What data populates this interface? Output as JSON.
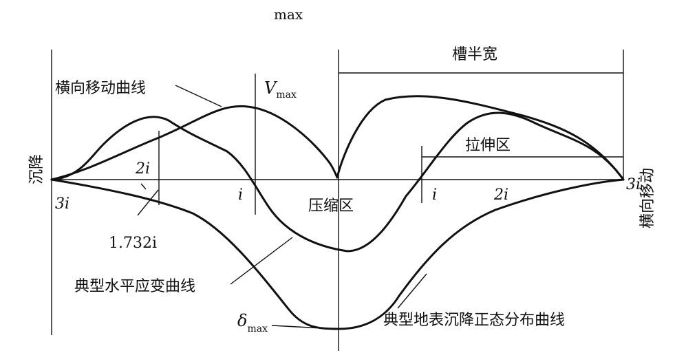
{
  "top_label": "max",
  "half_width_label": "槽半宽",
  "lateral_curve_label": "横向移动曲线",
  "v_max": {
    "symbol": "V",
    "sub": "max"
  },
  "tension_zone_label": "拉伸区",
  "compression_zone_label": "压缩区",
  "left_axis_label": "沉降",
  "right_axis_label": "横向移动",
  "ticks": {
    "left_3i": "3i",
    "left_2i": "2i",
    "left_i": "i",
    "right_i": "i",
    "right_2i": "2i",
    "right_3i": "3i",
    "inflection": "1.732i"
  },
  "strain_curve_label": "典型水平应变曲线",
  "delta_max": {
    "symbol": "δ",
    "sub": "max"
  },
  "settlement_curve_label": "典型地表沉降正态分布曲线"
}
